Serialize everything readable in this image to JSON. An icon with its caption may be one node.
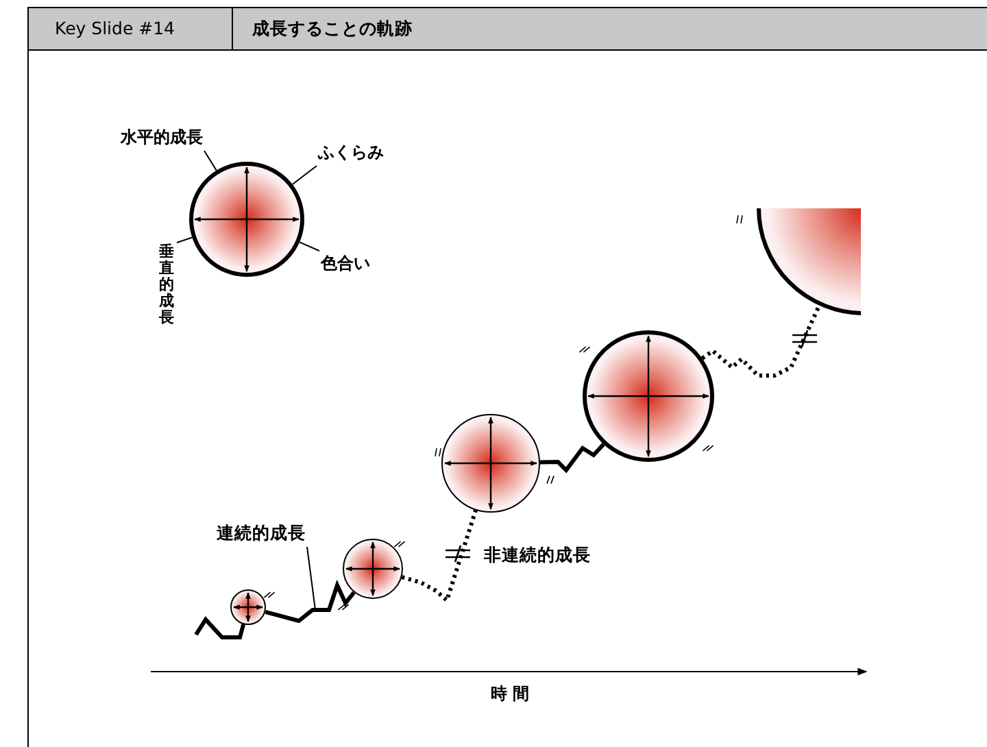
{
  "diagram": {
    "title": "成長することの軌跡",
    "nodes": [
      {
        "text": [
          "水平的成長"
        ]
      },
      {
        "text": [
          "ふくらみ"
        ]
      },
      {
        "text": [
          "垂直的成長"
        ]
      },
      {
        "text": [
          "色合い"
        ]
      },
      {
        "text": [],
        "shape": "circle"
      },
      {
        "text": [
          "連続的成長"
        ]
      },
      {
        "text": [],
        "shape": "circle"
      },
      {
        "text": [],
        "shape": "circle"
      },
      {
        "text": [],
        "shape": "circle"
      },
      {
        "text": [],
        "shape": "circle"
      },
      {
        "text": [],
        "shape": "circle"
      }
    ],
    "edges": [
      {
        "from": 0,
        "to": 4,
        "arrow": "none"
      },
      {
        "from": 1,
        "to": 4,
        "arrow": "none"
      },
      {
        "from": 2,
        "to": 4,
        "arrow": "none"
      },
      {
        "from": 3,
        "to": 4,
        "arrow": "none"
      },
      {
        "from": 5,
        "to": null,
        "arrow": "none"
      },
      {
        "from": null,
        "to": 6,
        "arrow": "none",
        "style": "thick"
      },
      {
        "from": 6,
        "to": 7,
        "arrow": "none",
        "style": "thick"
      },
      {
        "from": 7,
        "to": 8,
        "arrow": "none",
        "style": "dashed"
      },
      {
        "from": 8,
        "to": 9,
        "arrow": "none",
        "style": "thick"
      },
      {
        "from": 9,
        "to": 10,
        "arrow": "none",
        "style": "dashed"
      }
    ],
    "labels": [
      "Key Slide #14",
      "非連続的成長",
      "時 間"
    ]
  }
}
